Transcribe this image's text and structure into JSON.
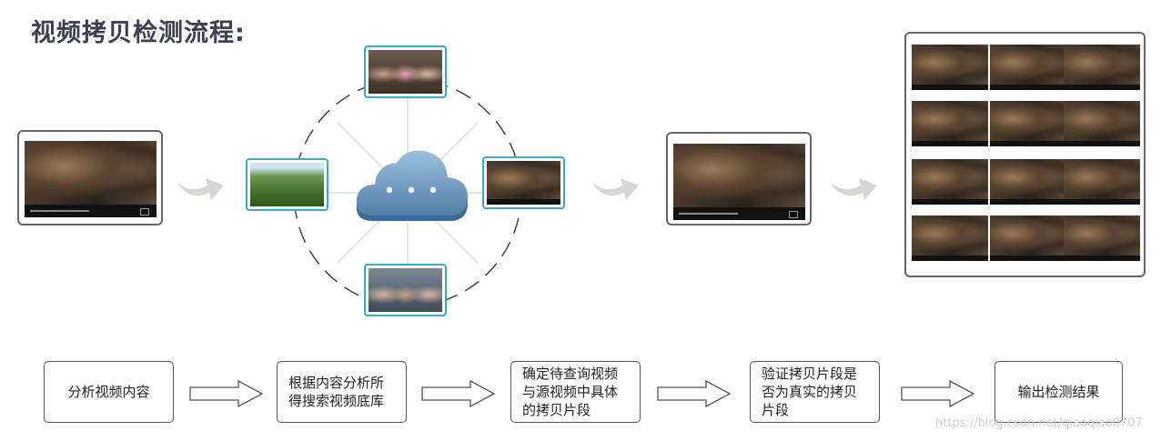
{
  "title": "视频拷贝检测流程:",
  "steps": [
    {
      "label": "分析视频内容"
    },
    {
      "label": "根据内容分析所得搜索视频底库"
    },
    {
      "label": "确定待查询视频与源视频中具体的拷贝片段"
    },
    {
      "label": "验证拷贝片段是否为真实的拷贝片段"
    },
    {
      "label": "输出检测结果"
    }
  ],
  "cloud": {
    "dots": "• • •"
  },
  "watermark": "https://blog.csdn.net/qiaoqiao0707",
  "colors": {
    "accent": "#3fa7c9",
    "cloud": "#5d8fb8",
    "title": "#3d3f52"
  }
}
